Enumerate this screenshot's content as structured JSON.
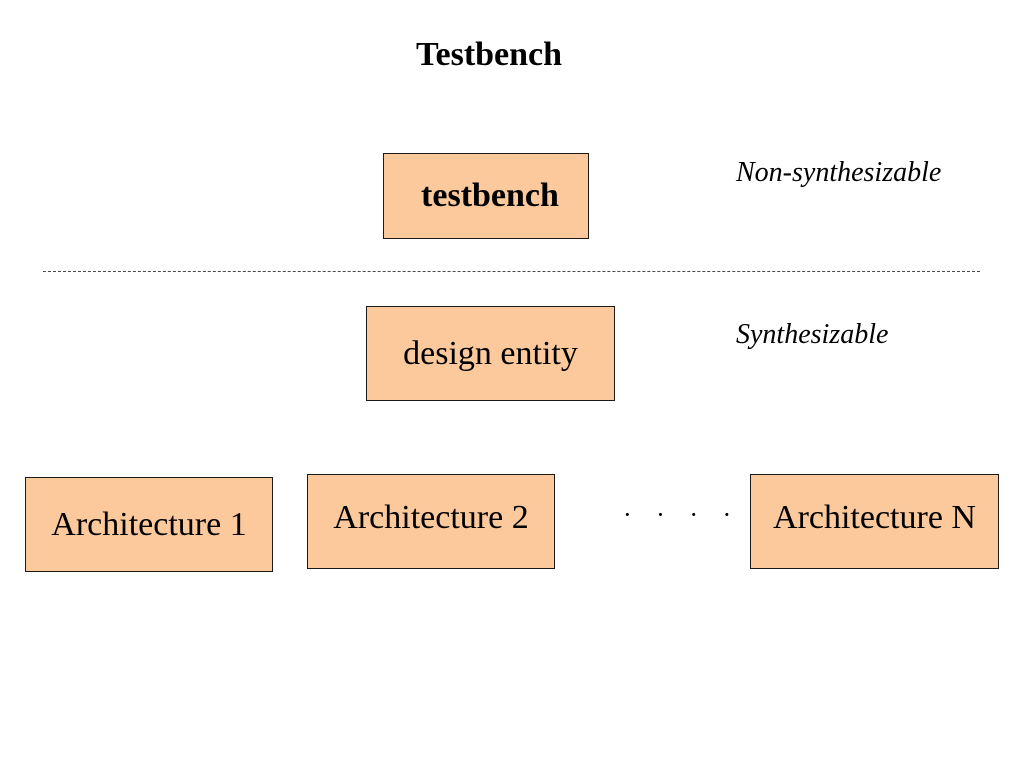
{
  "title": "Testbench",
  "boxes": {
    "testbench": "testbench",
    "design_entity": "design entity",
    "architecture_1": "Architecture 1",
    "architecture_2": "Architecture 2",
    "architecture_n": "Architecture N"
  },
  "labels": {
    "non_synthesizable": "Non-synthesizable",
    "synthesizable": "Synthesizable",
    "ellipsis": "· · · ·"
  },
  "colors": {
    "box_fill": "#fcc99c",
    "box_border": "#1a1a1a",
    "divider": "#4a4a4a"
  }
}
